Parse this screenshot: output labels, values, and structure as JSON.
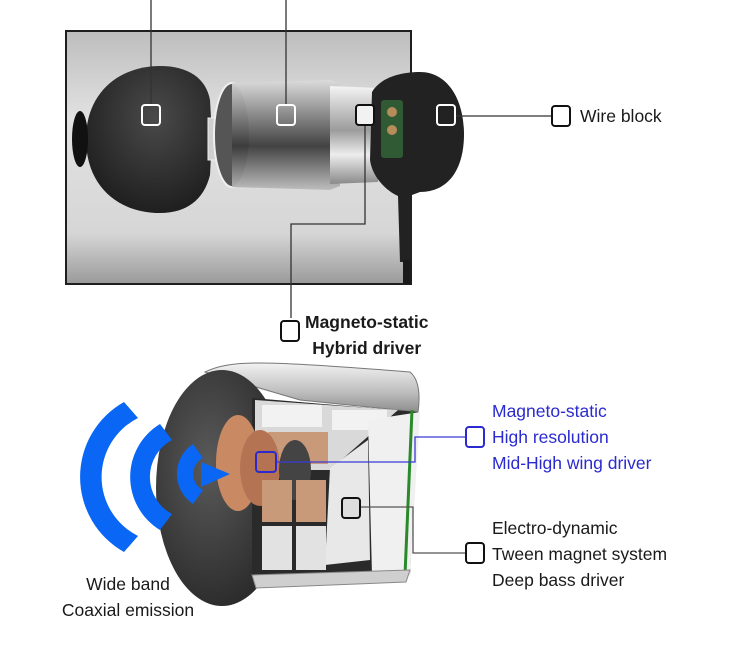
{
  "title": "In-ear headphone exploded view and hybrid driver diagram",
  "colors": {
    "callout_black": "#1a1a1a",
    "callout_blue": "#2a2ad0",
    "wave_blue": "#0a66f5",
    "photo_bg": "#d2d2d2",
    "copper": "#c98a63"
  },
  "earphone_callouts": {
    "wire_block": "Wire block",
    "hybrid_driver": {
      "line1": "Magneto-static",
      "line2": "Hybrid driver"
    }
  },
  "driver_callouts": {
    "wing_driver": {
      "line1": "Magneto-static",
      "line2": "High resolution",
      "line3": "Mid-High wing driver"
    },
    "bass_driver": {
      "line1": "Electro-dynamic",
      "line2": "Tween magnet system",
      "line3": "Deep bass driver"
    },
    "emission": {
      "line1": "Wide band",
      "line2": "Coaxial emission"
    }
  },
  "icons": {
    "marker": "callout-square-icon",
    "waves": "sound-wave-icon"
  }
}
